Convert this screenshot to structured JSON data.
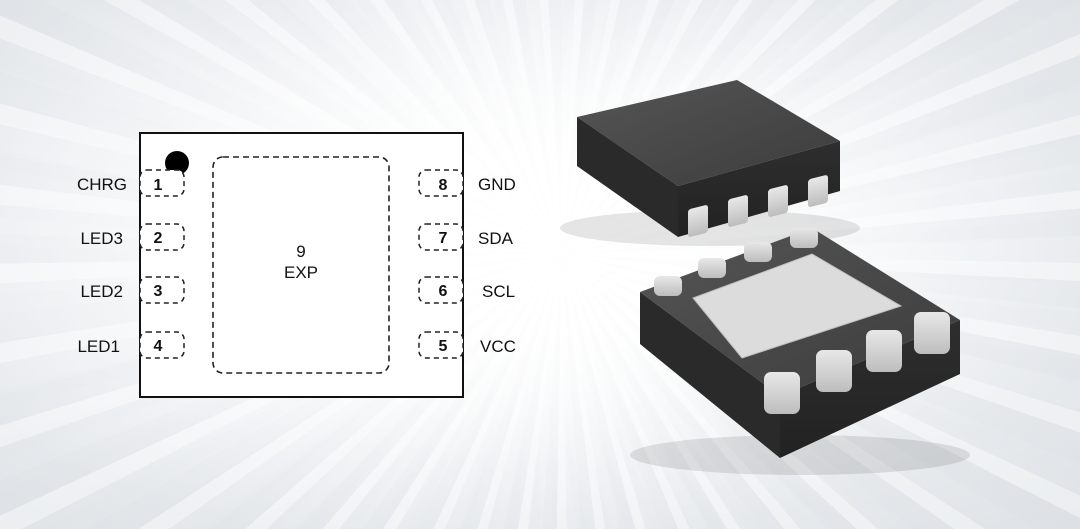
{
  "pinout": {
    "left_pins": [
      {
        "num": "1",
        "label": "CHRG"
      },
      {
        "num": "2",
        "label": "LED3"
      },
      {
        "num": "3",
        "label": "LED2"
      },
      {
        "num": "4",
        "label": "LED1"
      }
    ],
    "right_pins": [
      {
        "num": "8",
        "label": "GND"
      },
      {
        "num": "7",
        "label": "SDA"
      },
      {
        "num": "6",
        "label": "SCL"
      },
      {
        "num": "5",
        "label": "VCC"
      }
    ],
    "exposed_pad": {
      "num": "9",
      "label": "EXP"
    }
  },
  "colors": {
    "package_body": "#3a3a3a",
    "package_top": "#4a4a4a",
    "pad": "#d9d9d9",
    "outline": "#111111"
  }
}
